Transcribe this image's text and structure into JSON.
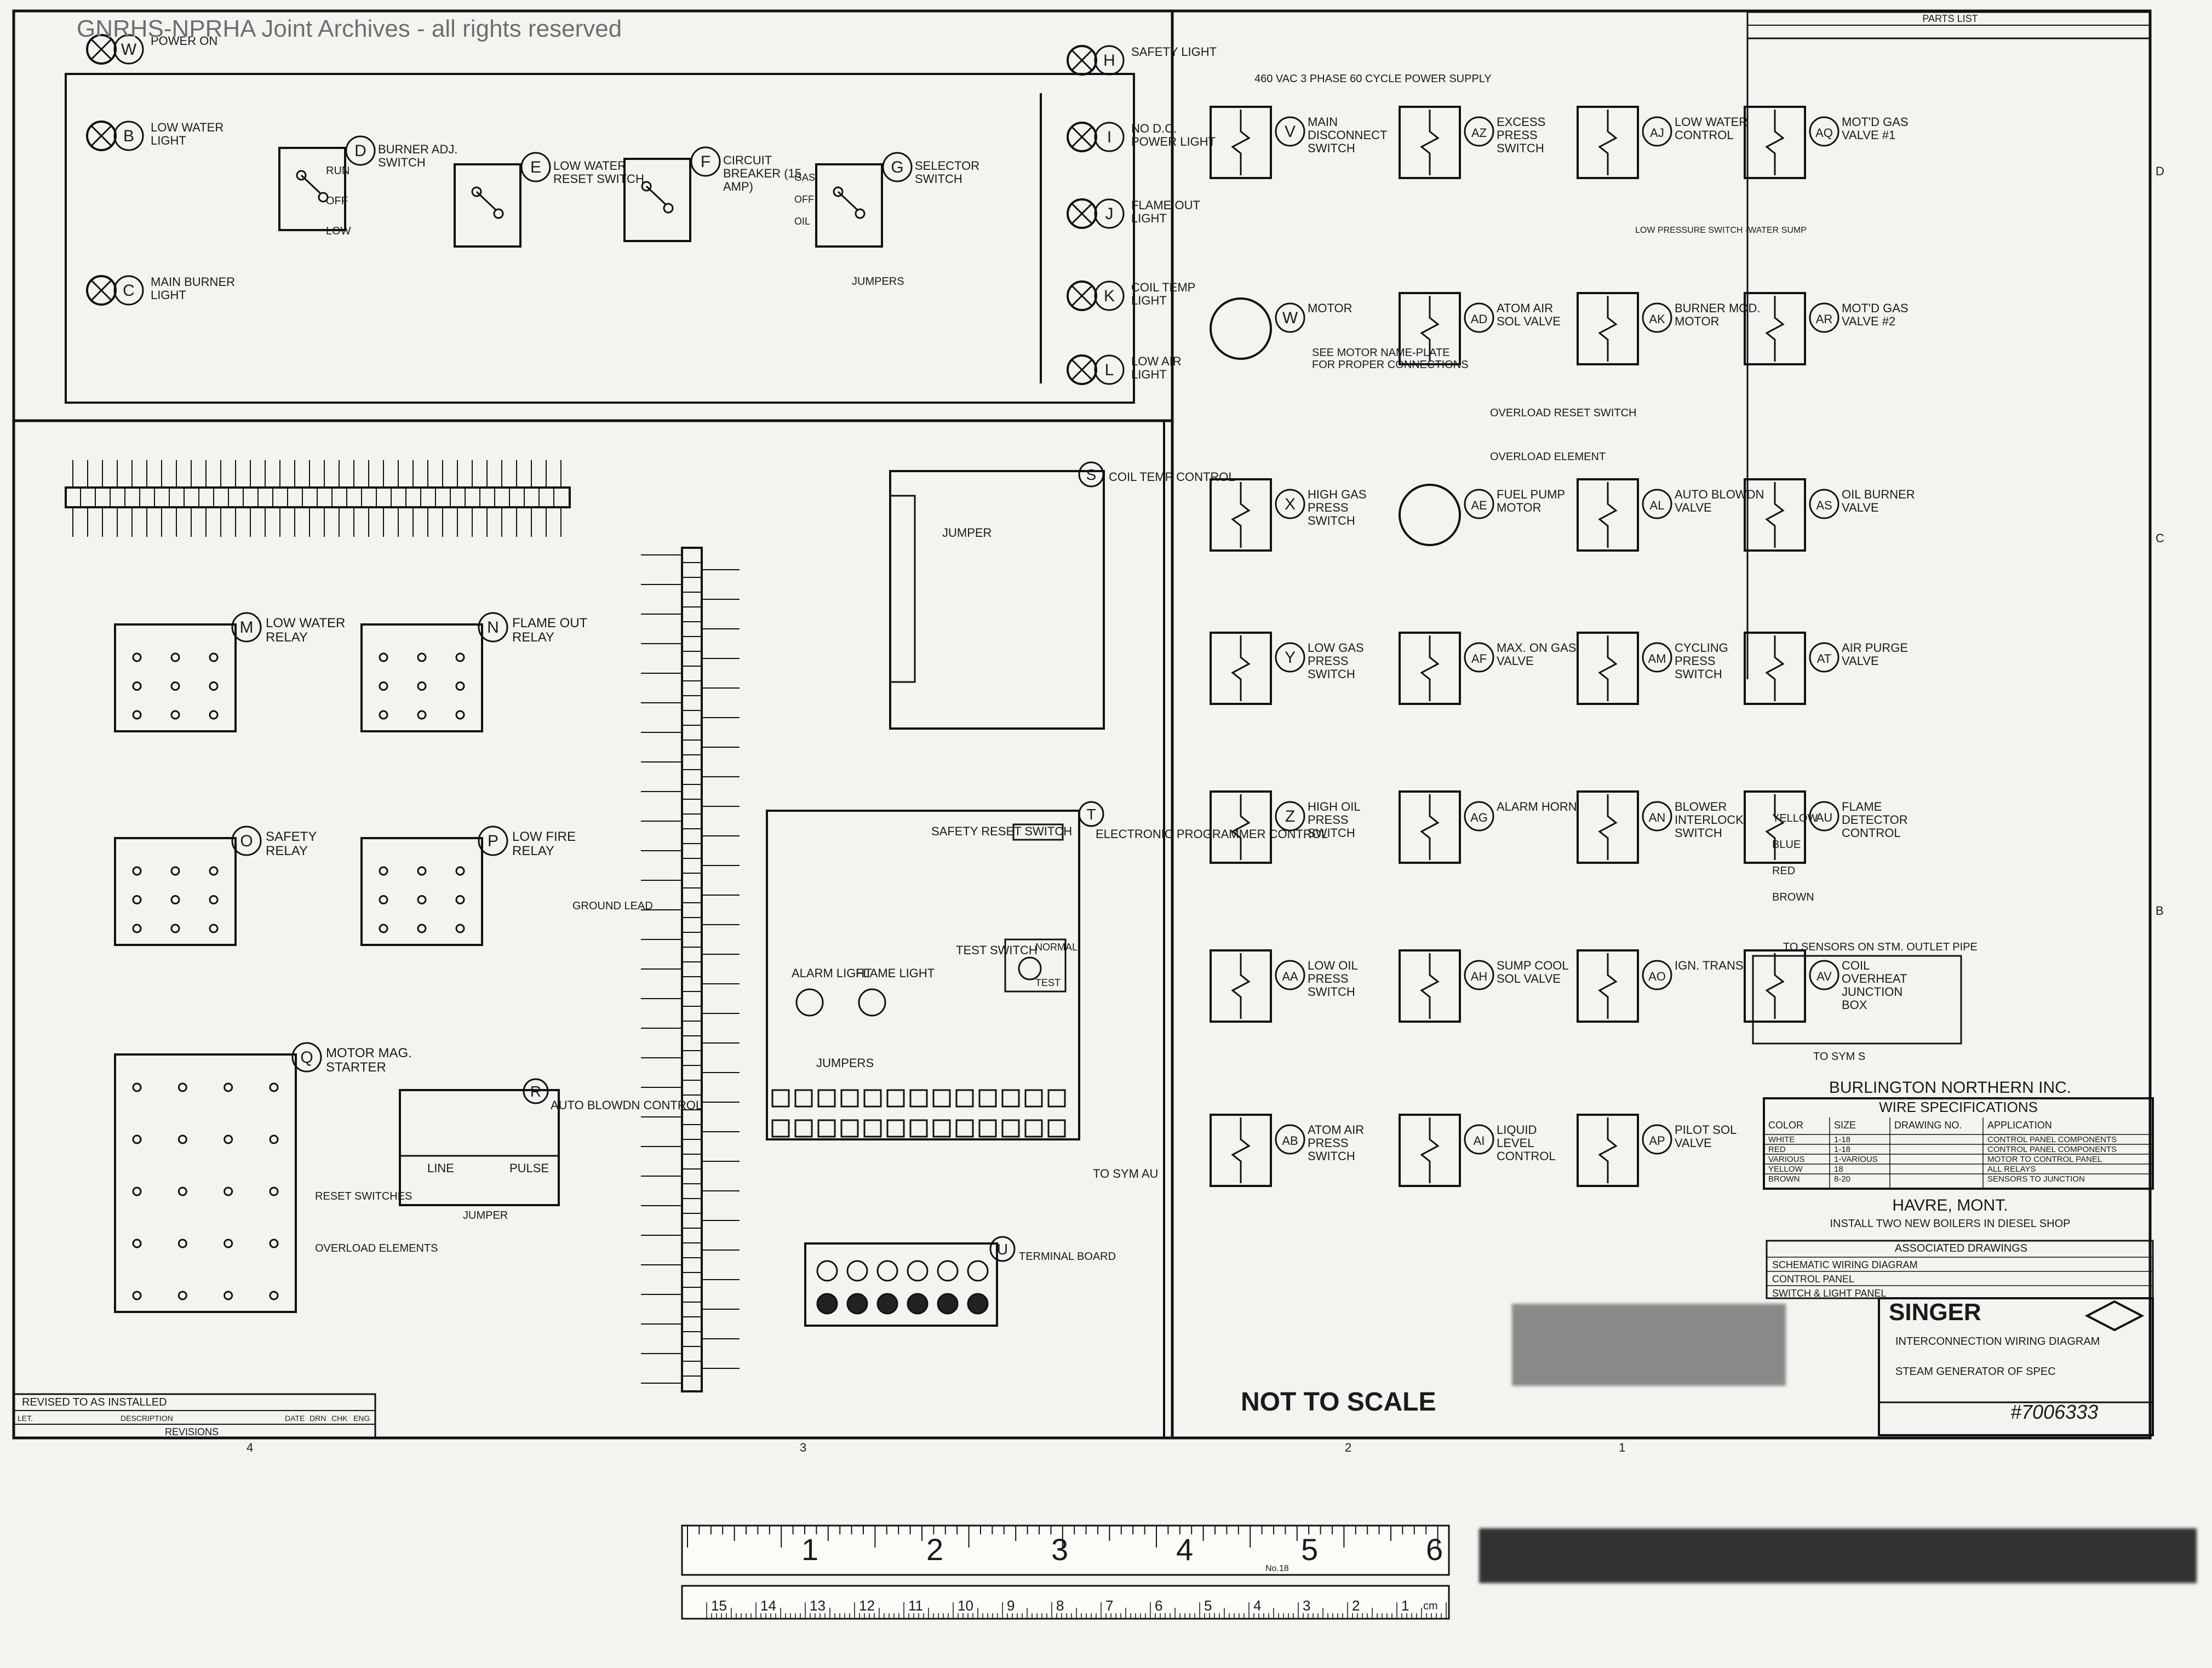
{
  "watermark": "GNRHS-NPRHA Joint Archives - all rights reserved",
  "panel_components": [
    {
      "tag": "W",
      "label": "POWER ON"
    },
    {
      "tag": "B",
      "label": "LOW WATER LIGHT"
    },
    {
      "tag": "C",
      "label": "MAIN BURNER LIGHT"
    },
    {
      "tag": "D",
      "label": "BURNER ADJ. SWITCH"
    },
    {
      "tag": "E",
      "label": "LOW WATER RESET SWITCH"
    },
    {
      "tag": "F",
      "label": "CIRCUIT BREAKER (15 AMP)"
    },
    {
      "tag": "G",
      "label": "SELECTOR SWITCH"
    },
    {
      "tag": "H",
      "label": "SAFETY LIGHT"
    },
    {
      "tag": "I",
      "label": "NO D.C. POWER LIGHT"
    },
    {
      "tag": "J",
      "label": "FLAME OUT LIGHT"
    },
    {
      "tag": "K",
      "label": "COIL TEMP LIGHT"
    },
    {
      "tag": "L",
      "label": "LOW AIR LIGHT"
    }
  ],
  "burner_switch_positions": [
    "RUN",
    "OFF",
    "LOW"
  ],
  "selector_positions": [
    "GAS",
    "OFF",
    "OIL"
  ],
  "jumpers_label": "JUMPERS",
  "relays": [
    {
      "tag": "M",
      "label": "LOW WATER RELAY"
    },
    {
      "tag": "N",
      "label": "FLAME OUT RELAY"
    },
    {
      "tag": "O",
      "label": "SAFETY RELAY"
    },
    {
      "tag": "P",
      "label": "LOW FIRE RELAY"
    },
    {
      "tag": "Q",
      "label": "MOTOR MAG. STARTER"
    }
  ],
  "starter_notes": [
    "RESET SWITCHES",
    "OVERLOAD ELEMENTS"
  ],
  "blowdown": {
    "tag": "R",
    "label": "AUTO BLOWDN CONTROL",
    "sub": [
      "LINE",
      "PULSE"
    ],
    "jumper": "JUMPER"
  },
  "coil_temp": {
    "tag": "S",
    "label": "COIL TEMP CONTROL",
    "jumper": "JUMPER"
  },
  "programmer": {
    "tag": "T",
    "label": "ELECTRONIC PROGRAMMER CONTROL",
    "items": [
      "SAFETY RESET SWITCH",
      "ALARM LIGHT",
      "FLAME LIGHT",
      "TEST SWITCH",
      "JUMPERS"
    ],
    "test_positions": [
      "NORMAL",
      "TEST"
    ]
  },
  "terminal_u": {
    "tag": "U",
    "label": "TERMINAL BOARD"
  },
  "ground_lead": "GROUND LEAD",
  "to_sym_au": "TO SYM AU",
  "right_components": [
    {
      "tag": "V",
      "label": "MAIN DISCONNECT SWITCH"
    },
    {
      "tag": "AZ",
      "label": "EXCESS PRESS SWITCH"
    },
    {
      "tag": "AJ",
      "label": "LOW WATER CONTROL"
    },
    {
      "tag": "AQ",
      "label": "MOT'D GAS VALVE #1"
    },
    {
      "tag": "W",
      "label": "MOTOR"
    },
    {
      "tag": "AD",
      "label": "ATOM AIR SOL VALVE"
    },
    {
      "tag": "AK",
      "label": "BURNER MOD. MOTOR"
    },
    {
      "tag": "AR",
      "label": "MOT'D GAS VALVE #2"
    },
    {
      "tag": "X",
      "label": "HIGH GAS PRESS SWITCH"
    },
    {
      "tag": "AE",
      "label": "FUEL PUMP MOTOR"
    },
    {
      "tag": "AL",
      "label": "AUTO BLOWDN VALVE"
    },
    {
      "tag": "AS",
      "label": "OIL BURNER VALVE"
    },
    {
      "tag": "Y",
      "label": "LOW GAS PRESS SWITCH"
    },
    {
      "tag": "AF",
      "label": "MAX. ON GAS VALVE"
    },
    {
      "tag": "AM",
      "label": "CYCLING PRESS SWITCH"
    },
    {
      "tag": "AT",
      "label": "AIR PURGE VALVE"
    },
    {
      "tag": "Z",
      "label": "HIGH OIL PRESS SWITCH"
    },
    {
      "tag": "AG",
      "label": "ALARM HORN"
    },
    {
      "tag": "AN",
      "label": "BLOWER INTERLOCK SWITCH"
    },
    {
      "tag": "AU",
      "label": "FLAME DETECTOR CONTROL"
    },
    {
      "tag": "AA",
      "label": "LOW OIL PRESS SWITCH"
    },
    {
      "tag": "AH",
      "label": "SUMP COOL SOL VALVE"
    },
    {
      "tag": "AO",
      "label": "IGN. TRANS"
    },
    {
      "tag": "AV",
      "label": "COIL OVERHEAT JUNCTION BOX"
    },
    {
      "tag": "AB",
      "label": "ATOM AIR PRESS SWITCH"
    },
    {
      "tag": "AI",
      "label": "LIQUID LEVEL CONTROL"
    },
    {
      "tag": "AP",
      "label": "PILOT SOL VALVE"
    }
  ],
  "power_supply": "460 VAC 3 PHASE 60 CYCLE POWER SUPPLY",
  "motor_note": "SEE MOTOR NAME-PLATE FOR PROPER CONNECTIONS",
  "overload_labels": [
    "OVERLOAD RESET SWITCH",
    "OVERLOAD ELEMENT"
  ],
  "low_pressure_note": "LOW PRESSURE SWITCH -WATER SUMP",
  "flame_detector_wires": [
    "YELLOW",
    "BLUE",
    "RED",
    "BROWN"
  ],
  "sensor_note": "TO SENSORS ON STM. OUTLET PIPE",
  "to_sym_s": "TO SYM S",
  "parts_list": "PARTS LIST",
  "company": "BURLINGTON NORTHERN INC.",
  "wire_spec": {
    "title": "WIRE SPECIFICATIONS",
    "headers": [
      "COLOR",
      "SIZE",
      "DRAWING NO.",
      "APPLICATION"
    ],
    "rows": [
      [
        "WHITE",
        "1-18",
        "",
        "CONTROL PANEL COMPONENTS"
      ],
      [
        "RED",
        "1-18",
        "",
        "CONTROL PANEL COMPONENTS"
      ],
      [
        "VARIOUS",
        "1-VARIOUS",
        "",
        "MOTOR TO CONTROL PANEL"
      ],
      [
        "YELLOW",
        "18",
        "",
        "ALL RELAYS"
      ],
      [
        "BROWN",
        "8-20",
        "",
        "SENSORS TO JUNCTION"
      ]
    ]
  },
  "location": "HAVRE, MONT.",
  "project": "INSTALL TWO NEW BOILERS IN DIESEL SHOP",
  "associated": {
    "title": "ASSOCIATED DRAWINGS",
    "rows": [
      [
        "SCHEMATIC WIRING DIAGRAM",
        ""
      ],
      [
        "CONTROL PANEL",
        ""
      ],
      [
        "SWITCH & LIGHT PANEL",
        ""
      ]
    ]
  },
  "singer": "SINGER",
  "title_block": [
    "INTERCONNECTION WIRING DIAGRAM",
    "STEAM GENERATOR OF SPEC"
  ],
  "drawing_no": "#7006333",
  "not_to_scale": "NOT TO SCALE",
  "revision": {
    "note": "REVISED TO AS INSTALLED",
    "headers": [
      "LET.",
      "DESCRIPTION",
      "DATE",
      "DRN",
      "CHK",
      "ENG"
    ],
    "footer": "REVISIONS"
  },
  "zones_bottom": [
    "4",
    "3",
    "2",
    "1"
  ],
  "zones_right": [
    "D",
    "C",
    "B"
  ],
  "ruler_inch": [
    "1",
    "2",
    "3",
    "4",
    "5",
    "6"
  ],
  "ruler_cm": [
    "1",
    "2",
    "3",
    "4",
    "5",
    "6",
    "7",
    "8",
    "9",
    "10",
    "11",
    "12",
    "13",
    "14",
    "15"
  ],
  "ruler_cm_unit": "cm",
  "ruler_no": "No.18"
}
